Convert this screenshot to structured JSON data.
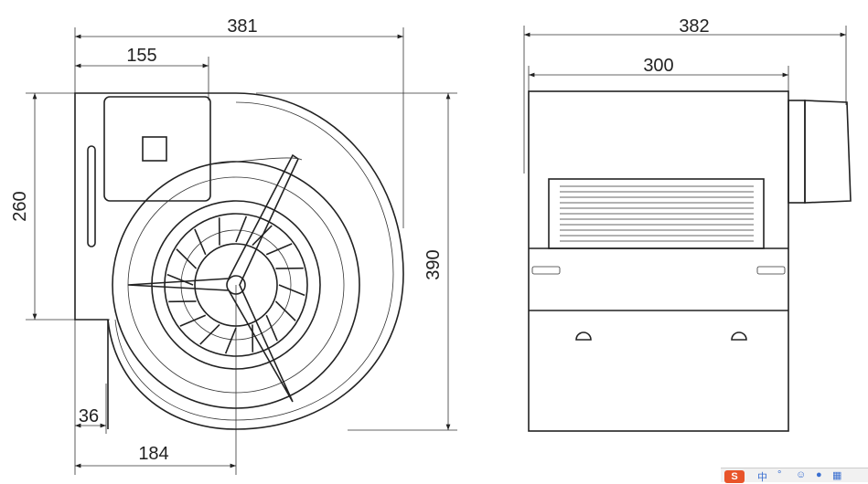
{
  "drawing": {
    "side_view": {
      "dim_width_total": "381",
      "dim_width_box": "155",
      "dim_height_left": "260",
      "dim_height_total": "390",
      "dim_outlet_offset": "36",
      "dim_center_offset": "184"
    },
    "front_view": {
      "dim_width_total": "382",
      "dim_width_housing": "300"
    }
  },
  "taskbar": {
    "ime_char": "中",
    "logo": "S"
  }
}
